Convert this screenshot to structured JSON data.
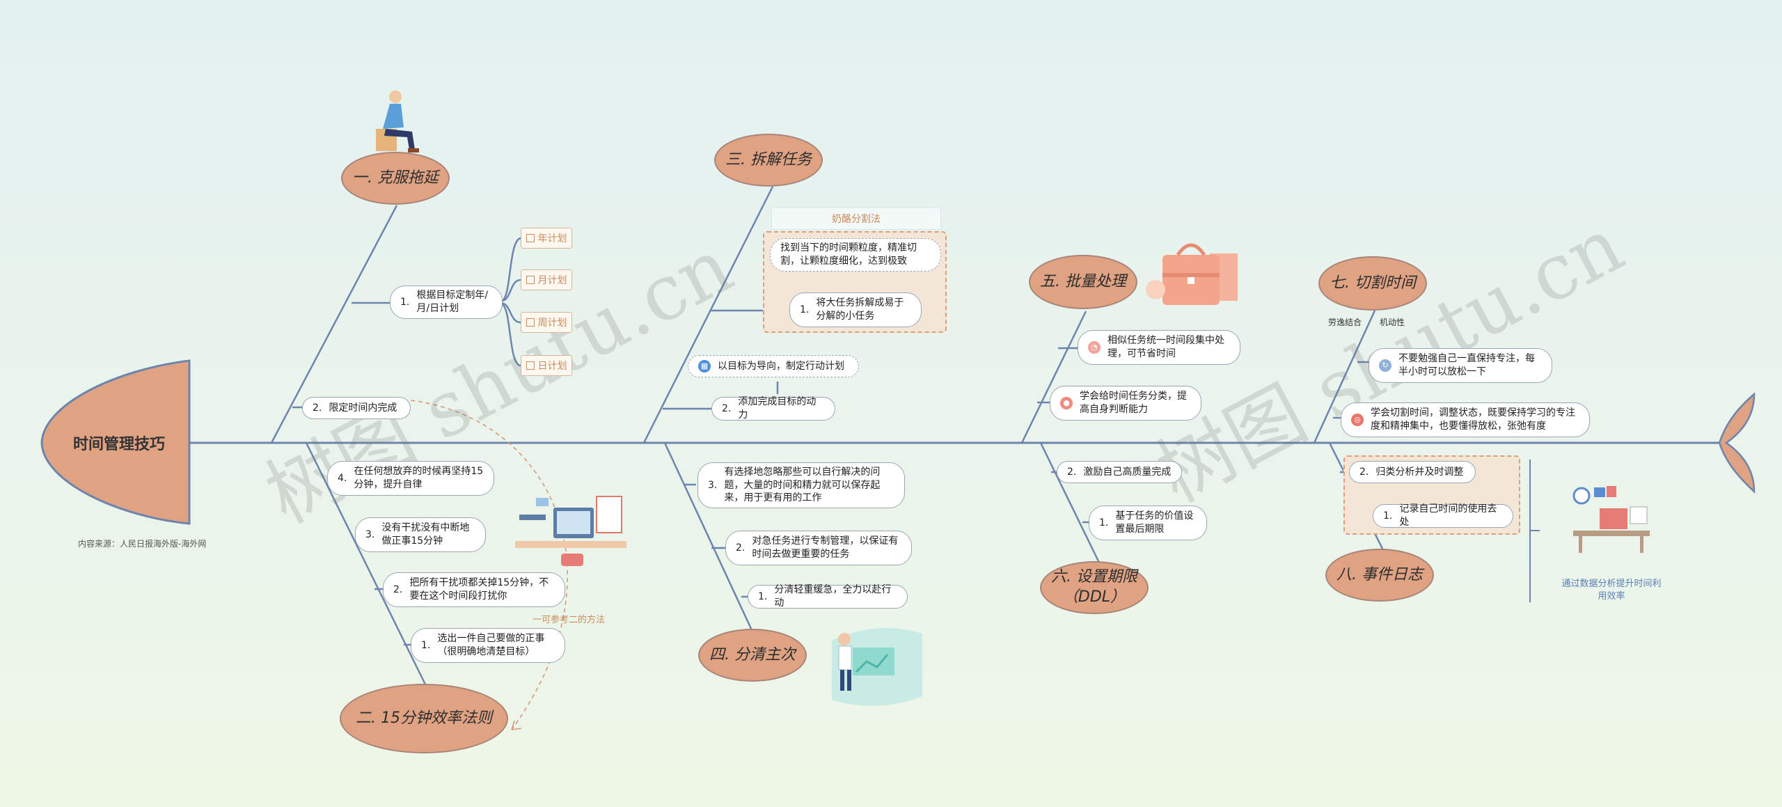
{
  "title": "时间管理技巧",
  "source": "内容来源：人民日报海外版-海外网",
  "watermark": [
    "树图 shutu.cn",
    "树图 shutu.cn"
  ],
  "colors": {
    "spine": "#6d84ad",
    "category_fill": "#dfa283",
    "accent_text": "#c98a5c",
    "caption": "#5a7db8"
  },
  "categories": {
    "c1": "一. 克服拖延",
    "c2": "二. 15分钟效率法则",
    "c3": "三. 拆解任务",
    "c4": "四. 分清主次",
    "c5": "五. 批量处理",
    "c6a": "六. 设置期限",
    "c6b": "（DDL）",
    "c7": "七. 切割时间",
    "c8": "八. 事件日志"
  },
  "c1": {
    "plan_num": "1.",
    "plan_text": "根据目标定制年/月/日计划",
    "plans": [
      "年计划",
      "月计划",
      "周计划",
      "日计划"
    ],
    "limit_num": "2.",
    "limit_text": "限定时间内完成"
  },
  "c2": {
    "items": [
      {
        "num": "4.",
        "text": "在任何想放弃的时候再坚持15分钟，提升自律"
      },
      {
        "num": "3.",
        "text": "没有干扰没有中断地做正事15分钟"
      },
      {
        "num": "2.",
        "text": "把所有干扰项都关掉15分钟，不要在这个时间段打扰你"
      },
      {
        "num": "1.",
        "text": "选出一件自己要做的正事（很明确地清楚目标）"
      }
    ],
    "reference": "一可参考二的方法"
  },
  "c3": {
    "method_title": "奶酪分割法",
    "method_detail": "找到当下的时间颗粒度，精准切割，让颗粒度细化，达到极致",
    "item1_num": "1.",
    "item1_text": "将大任务拆解成易于分解的小任务",
    "goal_text": "以目标为导向，制定行动计划",
    "item2_num": "2.",
    "item2_text": "添加完成目标的动力"
  },
  "c4": {
    "items": [
      {
        "num": "3.",
        "text": "有选择地忽略那些可以自行解决的问题，大量的时间和精力就可以保存起来，用于更有用的工作"
      },
      {
        "num": "2.",
        "text": "对急任务进行专制管理，以保证有时间去做更重要的任务"
      },
      {
        "num": "1.",
        "text": "分清轻重缓急，全力以赴行动"
      }
    ]
  },
  "c5": {
    "item1": "相似任务统一时间段集中处理，可节省时间",
    "item2": "学会给时间任务分类，提高自身判断能力"
  },
  "c6": {
    "item2_num": "2.",
    "item2_text": "激励自己高质量完成",
    "item1_num": "1.",
    "item1_text": "基于任务的价值设置最后期限"
  },
  "c7": {
    "tag1": "劳逸结合",
    "tag2": "机动性",
    "item1": "不要勉强自己一直保持专注，每半小时可以放松一下",
    "item2": "学会切割时间，调整状态，既要保持学习的专注度和精神集中，也要懂得放松，张弛有度"
  },
  "c8": {
    "item2_num": "2.",
    "item2_text": "归类分析并及时调整",
    "item1_num": "1.",
    "item1_text": "记录自己时间的使用去处",
    "caption": "通过数据分析提升时间利用效率"
  }
}
